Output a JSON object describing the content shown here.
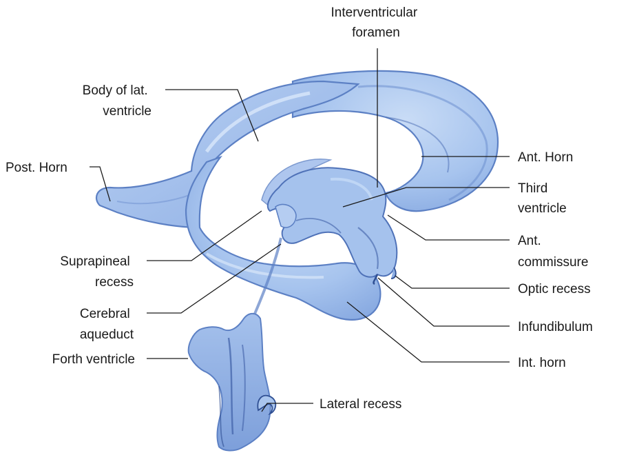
{
  "colors": {
    "ventricle_fill": "#a9c7f0",
    "ventricle_light": "#c8dcf7",
    "ventricle_shadow": "#5c80c4",
    "ventricle_dark": "#2f4f93",
    "leader_line": "#1a1a1a",
    "label_text": "#1a1a1a"
  },
  "labels": {
    "interventricular_foramen": [
      "Interventricular",
      "foramen"
    ],
    "body_of_lat_ventricle": [
      "Body of lat.",
      "ventricle"
    ],
    "post_horn": [
      "Post. Horn"
    ],
    "ant_horn": [
      "Ant. Horn"
    ],
    "third_ventricle": [
      "Third",
      "ventricle"
    ],
    "ant_commissure": [
      "Ant.",
      "commissure"
    ],
    "optic_recess": [
      "Optic recess"
    ],
    "infundibulum": [
      "Infundibulum"
    ],
    "int_horn": [
      "Int. horn"
    ],
    "suprapineal_recess": [
      "Suprapineal",
      "recess"
    ],
    "cerebral_aqueduct": [
      "Cerebral",
      "aqueduct"
    ],
    "forth_ventricle": [
      "Forth ventricle"
    ],
    "lateral_recess": [
      "Lateral recess"
    ]
  }
}
